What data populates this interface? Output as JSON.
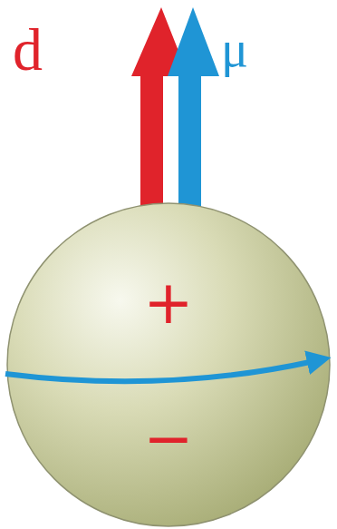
{
  "diagram": {
    "nodes": [
      {
        "text": [
          "+",
          "−"
        ]
      }
    ],
    "labels": [
      "d",
      "μ"
    ]
  }
}
